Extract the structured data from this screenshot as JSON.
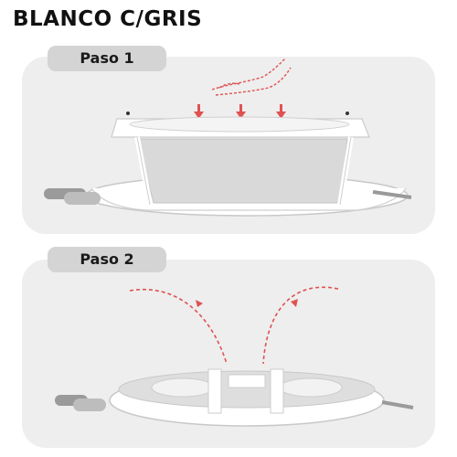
{
  "header": {
    "title": "BLANCO C/GRIS"
  },
  "steps": [
    {
      "label": "Paso 1",
      "illustration": "bathtub-being-unfolded"
    },
    {
      "label": "Paso 2",
      "illustration": "bathtub-folded-flat"
    }
  ],
  "colors": {
    "panel_background": "#eeeeee",
    "label_background": "#d4d4d4",
    "arrow_red": "#e05252",
    "tub_grey": "#d9d9d9"
  }
}
